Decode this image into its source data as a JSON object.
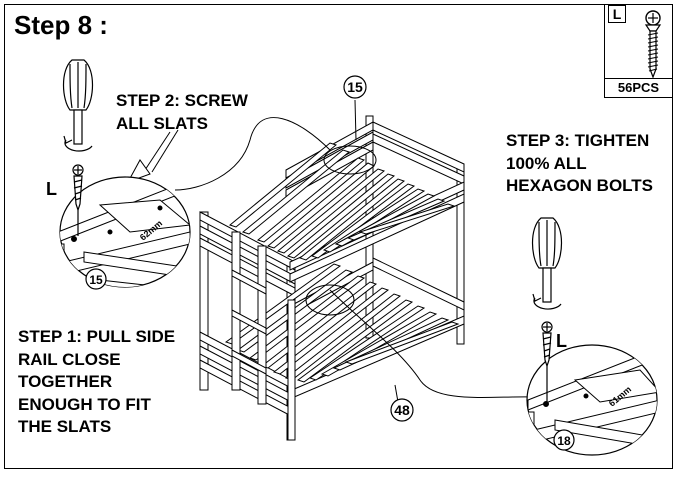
{
  "step_title": "Step 8 :",
  "hardware": {
    "letter": "L",
    "quantity": "56PCS"
  },
  "instructions": {
    "step1": [
      "STEP 1: PULL SIDE",
      "RAIL CLOSE",
      "TOGETHER",
      "ENOUGH TO FIT",
      "THE SLATS"
    ],
    "step2": [
      "STEP 2: SCREW",
      "ALL SLATS"
    ],
    "step3": [
      "STEP 3: TIGHTEN",
      "100% ALL",
      "HEXAGON BOLTS"
    ]
  },
  "callouts": {
    "upper_slats": "15",
    "lower_slats": "48",
    "left_detail_part": "15",
    "right_detail_part": "18",
    "left_screw_label": "L",
    "right_screw_label": "L",
    "left_dimension": "62mm",
    "right_dimension": "61mm"
  }
}
